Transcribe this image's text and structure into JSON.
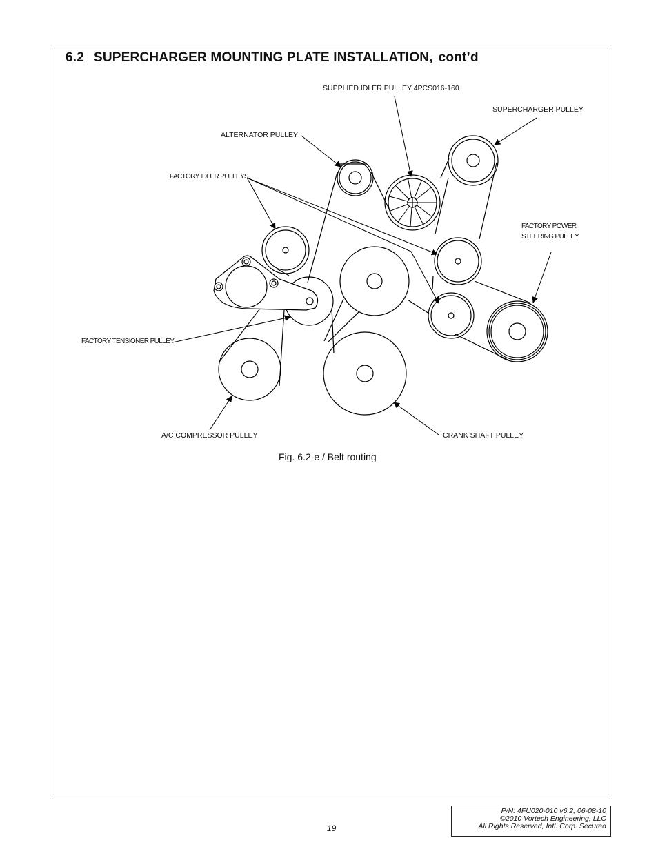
{
  "section": {
    "number": "6.2",
    "title": "SUPERCHARGER MOUNTING PLATE INSTALLATION,",
    "suffix": "cont’d"
  },
  "diagram_labels": {
    "supplied_idler": "SUPPLIED IDLER PULLEY  4PCS016-160",
    "supercharger": "SUPERCHARGER PULLEY",
    "alternator": "ALTERNATOR PULLEY",
    "factory_idlers": "FACTORY IDLER PULLEYS",
    "power_steering_line1": "FACTORY POWER",
    "power_steering_line2": "STEERING PULLEY",
    "tensioner": "FACTORY TENSIONER PULLEY",
    "ac_compressor": "A/C COMPRESSOR PULLEY",
    "crank": "CRANK SHAFT PULLEY"
  },
  "caption": "Fig. 6.2-e / Belt routing",
  "page_number": "19",
  "footer": {
    "part_number": "P/N: 4FU020-010 v6.2, 06-08-10",
    "copyright": "©2010 Vortech Engineering, LLC",
    "rights": "All Rights Reserved, Intl. Corp. Secured"
  }
}
